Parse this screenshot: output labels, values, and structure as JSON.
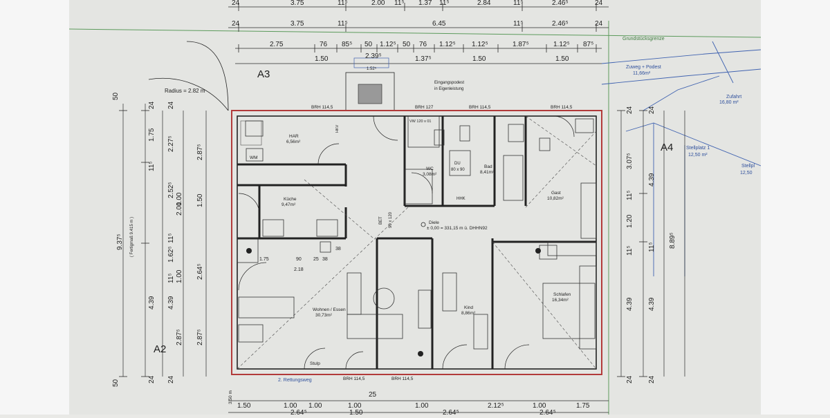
{
  "plan": {
    "areas": [
      "A3",
      "A4",
      "A2"
    ],
    "boundary_label": "Grundstücksgrenze",
    "path_label": "Zuweg + Podest",
    "path_area": "11,66m²",
    "driveway_label": "Zufahrt",
    "driveway_area": "16,80 m²",
    "parking1_label": "Stellplatz 1",
    "parking1_area": "12,50 m²",
    "parking2_label": "Stellpl",
    "parking2_area": "12,50",
    "radius_label": "Radius = 2.82 m",
    "entrance_note_1": "Eingangspodest",
    "entrance_note_2": "in Eigenleistung",
    "rescue_path": "2. Rettungsweg",
    "hallway_elevation": "± 0,00 = 331,15 m ü. DHHN92",
    "bed_note": "BET",
    "bed_size": "90 x 120",
    "window_notes": [
      "BRH 114,5",
      "BRH 127",
      "BRH 114,5",
      "BRH 114,5",
      "BRH 114,5",
      "BRH 114,5"
    ],
    "stulp_label": "Stulp",
    "hkv_label": "HKV",
    "wm_label": "WM",
    "vw_label": "VW 120 x 01",
    "hhk_label": "HHK",
    "du_label": "DU",
    "du_size": "80 x 90"
  },
  "rooms": [
    {
      "name": "HAR",
      "area": "6,56m²"
    },
    {
      "name": "Küche",
      "area": "9,47m²"
    },
    {
      "name": "WC",
      "area": "3,08m²"
    },
    {
      "name": "Bad",
      "area": "8,41m²"
    },
    {
      "name": "Gast",
      "area": "10,82m²"
    },
    {
      "name": "Diele",
      "area": ""
    },
    {
      "name": "Wohnen / Essen",
      "area": "30,73m²"
    },
    {
      "name": "Kind",
      "area": "8,86m²"
    },
    {
      "name": "Schlafen",
      "area": "16,34m²"
    }
  ],
  "dims": {
    "top_row1": [
      "24",
      "3.75",
      "11⁵",
      "2.00",
      "11⁵",
      "1.37",
      "11⁵",
      "2.84",
      "11⁵",
      "2.46⁵",
      "24"
    ],
    "top_row2": [
      "24",
      "3.75",
      "11⁵",
      "6.45",
      "11⁵",
      "2.46⁵",
      "24"
    ],
    "top_row3": [
      "2.75",
      "76",
      "85⁵",
      "50",
      "1.12⁵",
      "50",
      "76",
      "1.12⁵",
      "1.12⁵",
      "1.87⁵",
      "1.12⁵",
      "87⁵"
    ],
    "top_row4": [
      "1.50",
      "2.39⁵",
      "1.37⁵",
      "1.50",
      "1.50"
    ],
    "top_row4_extra": "1.52⁵",
    "bottom_row1": [
      "1.50",
      "1.00",
      "1.00",
      "1.00",
      "1.00",
      "2.12⁵",
      "1.00",
      "1.75"
    ],
    "bottom_row2": [
      "2.64⁵",
      "1.50",
      "2.64⁵",
      "2.64⁵"
    ],
    "bottom_mid": "25",
    "left_outer": [
      "50",
      "9.37⁵",
      "50"
    ],
    "left_outer_note": "( Fertigmaß 9.415 m )",
    "left_row2": [
      "24",
      "1.75",
      "11⁵",
      "4.39",
      "24"
    ],
    "left_row3": [
      "24",
      "2.27⁵",
      "2.52⁵",
      "11⁵",
      "1.62⁵",
      "11⁵",
      "4.39",
      "24"
    ],
    "left_row4": [
      "2.00",
      "1.00",
      "1.00",
      "2.87⁵"
    ],
    "left_row5": [
      "2.87⁵",
      "1.50",
      "2.64⁵",
      "2.87⁵"
    ],
    "right_row1": [
      "24",
      "3.07⁵",
      "11⁵",
      "1.20",
      "11⁵",
      "4.39",
      "24"
    ],
    "right_row2": [
      "24",
      "4.39",
      "11⁵",
      "8.89⁵",
      "4.39",
      "24"
    ],
    "kitchen_dims": [
      "1.75",
      "90",
      "25",
      "38",
      "2.18",
      "38"
    ],
    "rescue_bottom": "3.50 m"
  }
}
